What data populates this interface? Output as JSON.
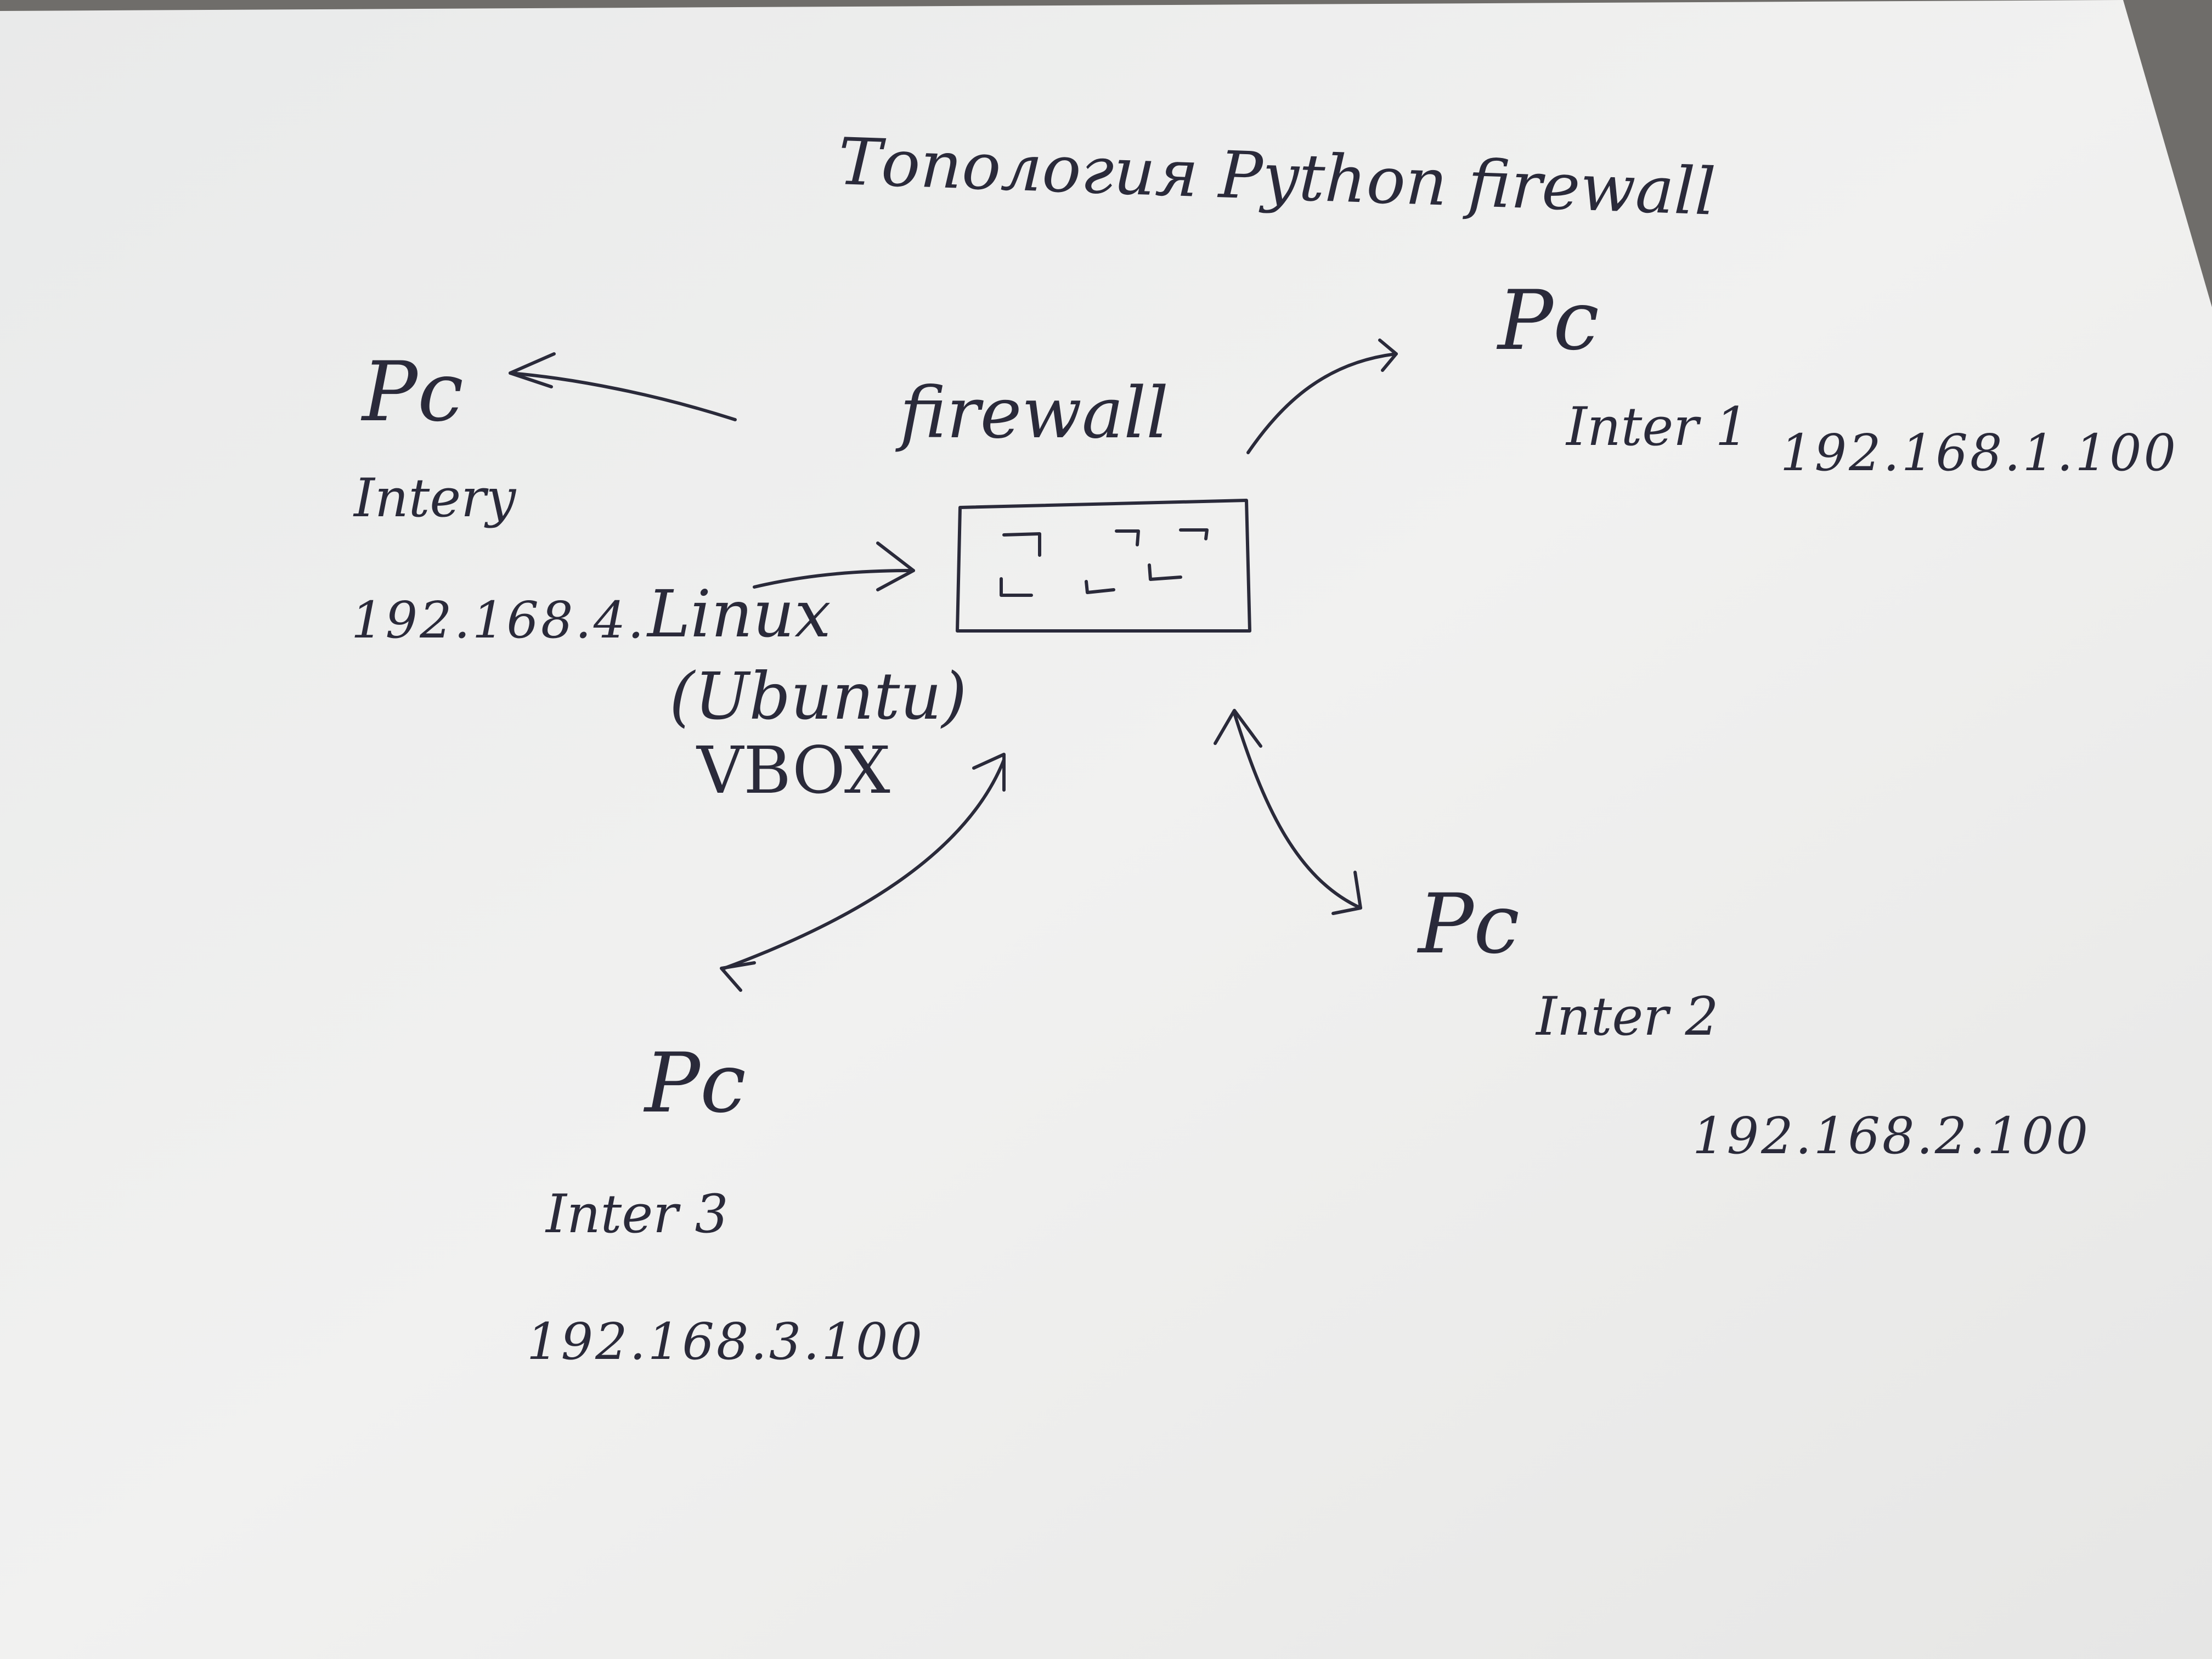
{
  "title": "Топология Python firewall",
  "firewall": {
    "label": "firewall",
    "host_os": "Linux",
    "host_distro": "(Ubuntu)",
    "host_platform": "VBOX"
  },
  "nodes": [
    {
      "id": "left",
      "pc": "Pc",
      "iface": "Intery",
      "ip": "192.168.4."
    },
    {
      "id": "right",
      "pc": "Pc",
      "iface": "Inter 1",
      "ip": "192.168.1.100"
    },
    {
      "id": "lower-right",
      "pc": "Pc",
      "iface": "Inter 2",
      "ip": "192.168.2.100"
    },
    {
      "id": "bottom",
      "pc": "Pc",
      "iface": "Inter 3",
      "ip": "192.168.3.100"
    }
  ]
}
